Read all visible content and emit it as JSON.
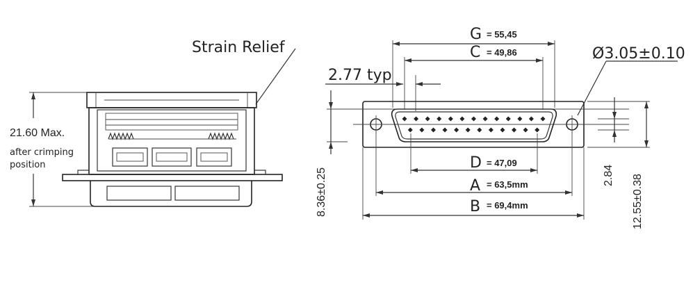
{
  "labels": {
    "strain_relief": "Strain Relief",
    "height_max": "21.60 Max.",
    "after_crimping_1": "after crimping",
    "after_crimping_2": "position",
    "typ": "2.77 typ",
    "hole": "Ø3.05±0.10",
    "height_shell": "8.36±0.25",
    "pin_offset": "2.84",
    "height_flange": "12.55±0.38"
  },
  "dims": {
    "g": {
      "letter": "G",
      "value": "= 55,45"
    },
    "c": {
      "letter": "C",
      "value": "= 49,86"
    },
    "d": {
      "letter": "D",
      "value": "= 47,09"
    },
    "a": {
      "letter": "A",
      "value": "= 63,5mm"
    },
    "b": {
      "letter": "B",
      "value": "= 69,4mm"
    }
  },
  "connector": {
    "top_row_pins": 13,
    "bottom_row_pins": 12
  },
  "colors": {
    "line": "#333333",
    "background": "#ffffff"
  }
}
